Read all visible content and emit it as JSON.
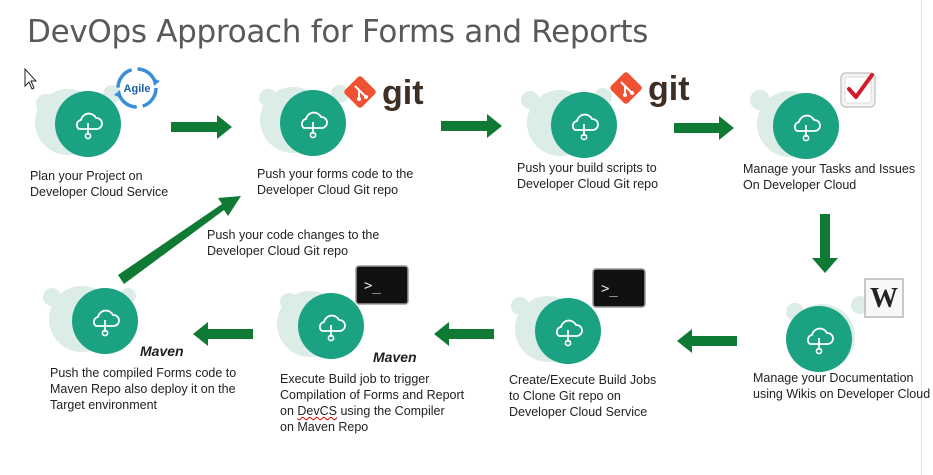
{
  "slide": {
    "title": "DevOps Approach for Forms and Reports",
    "steps": [
      {
        "lines": [
          "Plan your Project on",
          "Developer Cloud Service"
        ]
      },
      {
        "lines": [
          "Push your forms  code to the",
          "Developer Cloud Git repo"
        ]
      },
      {
        "lines": [
          "Push your build scripts to",
          "Developer Cloud Git repo"
        ]
      },
      {
        "lines": [
          "Manage your Tasks and Issues",
          "On Developer Cloud"
        ]
      },
      {
        "lines": [
          "Manage your Documentation",
          "using Wikis on Developer Cloud"
        ]
      },
      {
        "lines": [
          "Create/Execute Build Jobs",
          " to Clone Git repo on",
          "Developer Cloud Service"
        ]
      },
      {
        "lines": [
          "Execute Build job to trigger",
          "Compilation of Forms and Report",
          "on ",
          "DevCS",
          " using the Compiler",
          "on Maven Repo"
        ]
      },
      {
        "lines": [
          "Push the compiled  Forms code to",
          "Maven Repo also deploy it on the",
          "Target environment"
        ]
      }
    ],
    "diagonal_label": [
      "Push your code changes to the",
      "Developer Cloud Git repo"
    ],
    "logos": {
      "agile": "Agile",
      "git": "git",
      "maven": "Maven",
      "terminal_prompt": ">_",
      "wiki": "W"
    },
    "icons": {
      "node": "cloud-icon",
      "arrow": "arrow-icon",
      "task": "checkmark-icon",
      "cursor": "mouse-cursor-icon"
    },
    "colors": {
      "node_fill": "#1aa283",
      "node_halo": "#dcece7",
      "arrow": "#0e7a34",
      "title": "#595959",
      "git_logo": "#f05133",
      "git_text": "#3d2f23",
      "maven": "#1f1f1f"
    }
  }
}
